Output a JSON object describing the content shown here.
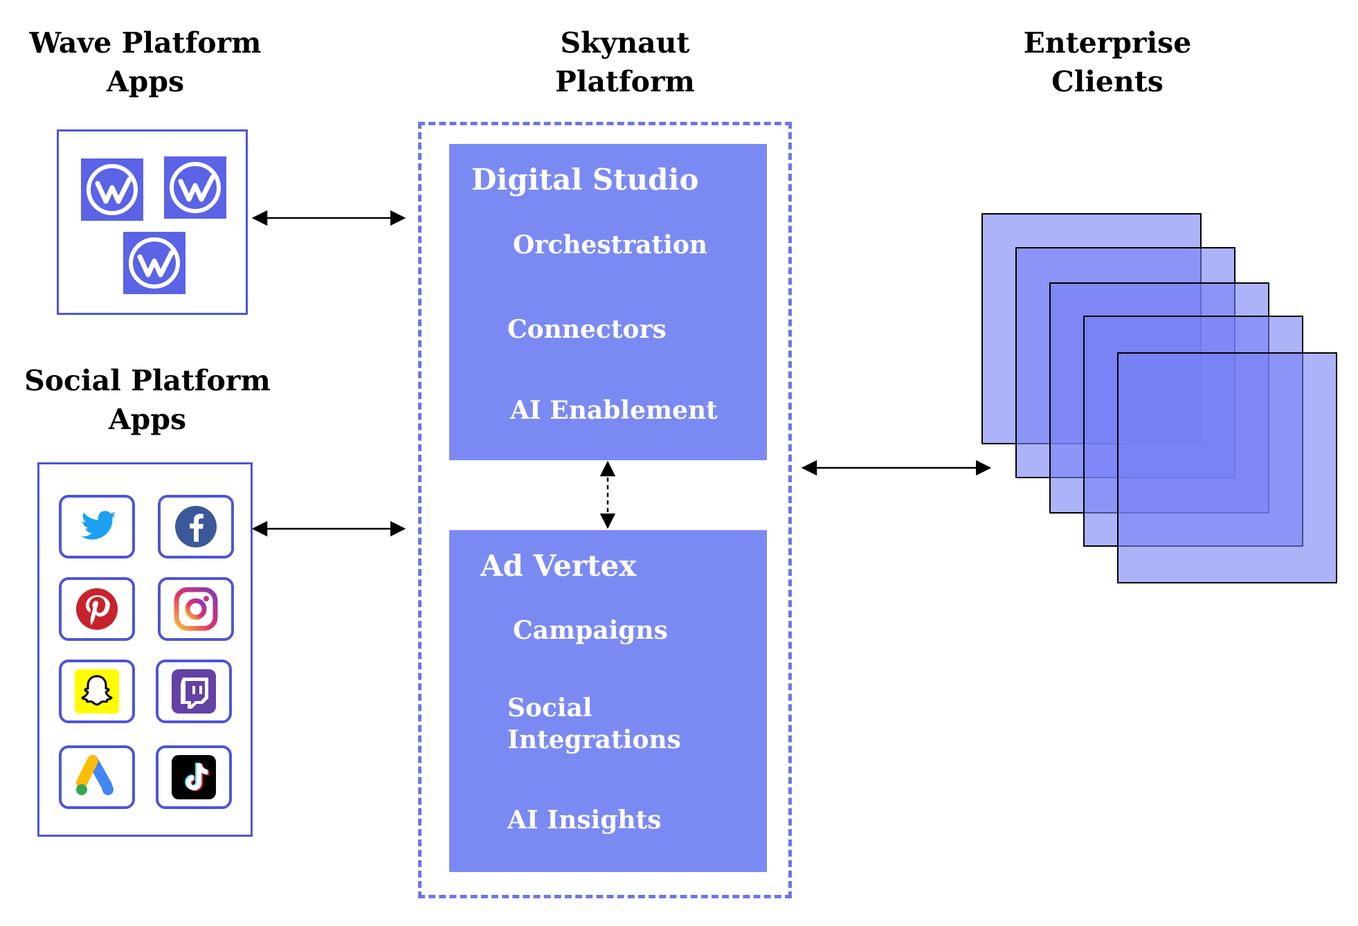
{
  "headings": {
    "wave": [
      "Wave Platform",
      "Apps"
    ],
    "skynaut": [
      "Skynaut",
      "Platform"
    ],
    "enterprise": [
      "Enterprise",
      "Clients"
    ],
    "social": [
      "Social Platform",
      "Apps"
    ]
  },
  "wave_apps": {
    "icons": [
      "wave-logo-icon",
      "wave-logo-icon",
      "wave-logo-icon"
    ],
    "tile_color": "#5b63e6"
  },
  "social_apps": {
    "icons": [
      "twitter-icon",
      "facebook-icon",
      "pinterest-icon",
      "instagram-icon",
      "snapchat-icon",
      "twitch-icon",
      "google-ads-icon",
      "tiktok-icon"
    ]
  },
  "skynaut": {
    "digital_studio": {
      "title": "Digital Studio",
      "items": [
        "Orchestration",
        "Connectors",
        "AI Enablement"
      ]
    },
    "ad_vertex": {
      "title": "Ad Vertex",
      "items": [
        "Campaigns",
        "Social Integrations",
        "AI Insights"
      ]
    }
  },
  "enterprise_clients": {
    "count": 5
  },
  "colors": {
    "accent": "#4d55d8",
    "panel": "#7b8af3",
    "frame": "#6b76e8",
    "client_fill": "#7680f5"
  }
}
